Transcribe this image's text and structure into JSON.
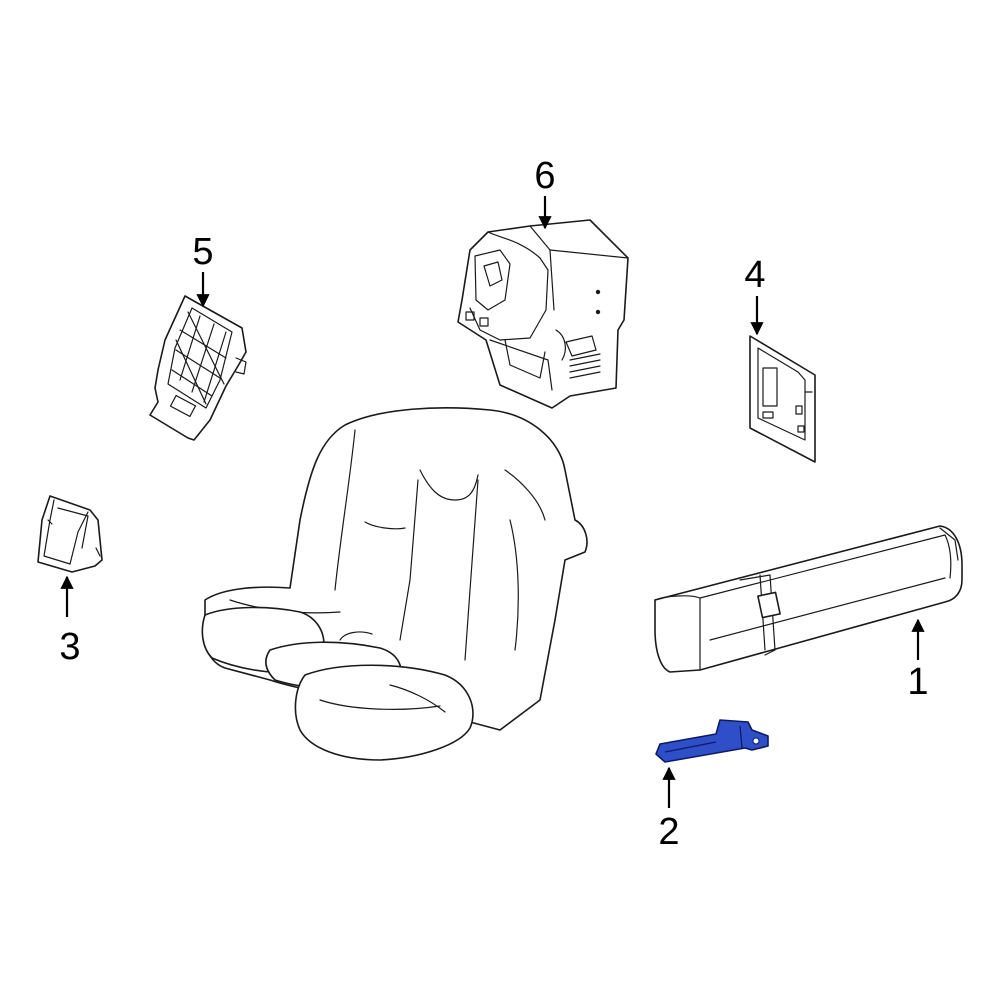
{
  "callouts": [
    {
      "id": "1",
      "text": "1"
    },
    {
      "id": "2",
      "text": "2"
    },
    {
      "id": "3",
      "text": "3"
    },
    {
      "id": "4",
      "text": "4"
    },
    {
      "id": "5",
      "text": "5"
    },
    {
      "id": "6",
      "text": "6"
    }
  ],
  "highlight_part": "2",
  "colors": {
    "highlight_fill": "#2f4fc8",
    "highlight_stroke": "#0d1a66",
    "line": "#1a1a1a",
    "background": "#ffffff"
  }
}
